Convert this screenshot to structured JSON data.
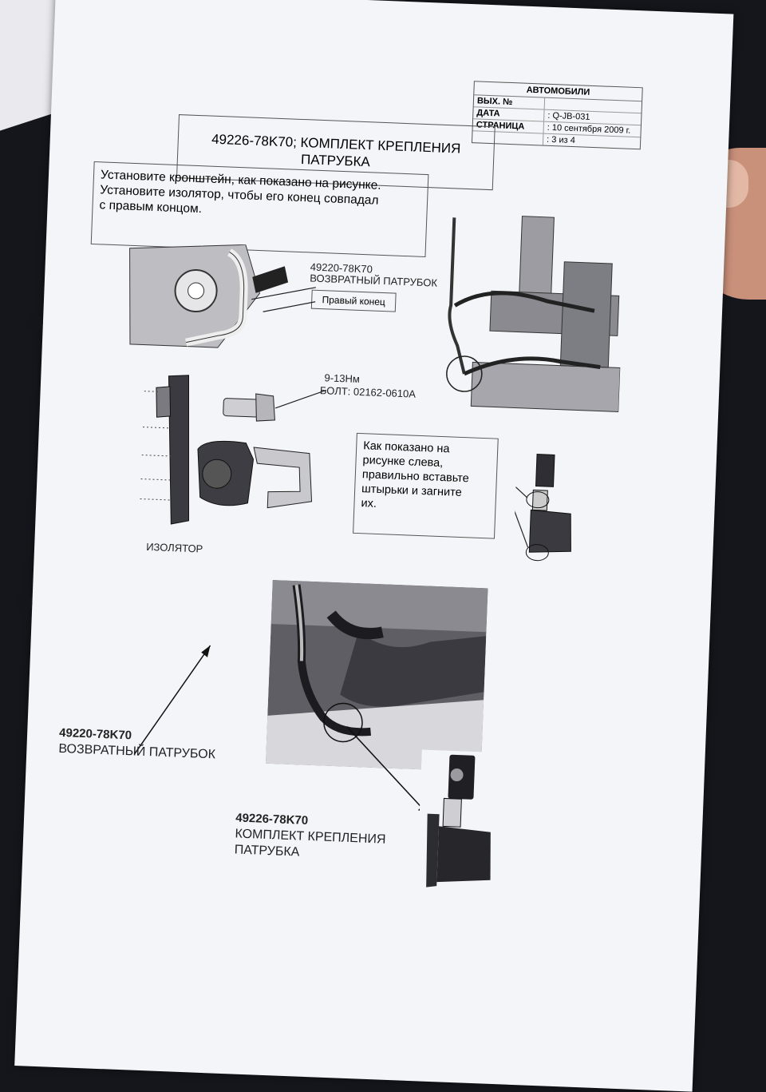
{
  "info_box": {
    "header": "АВТОМОБИЛИ",
    "rows": [
      {
        "key": "ВЫХ. №",
        "value": ""
      },
      {
        "key": "ДАТА",
        "value": ": Q-JB-031"
      },
      {
        "key": "СТРАНИЦА",
        "value": ": 10 сентября 2009 г."
      },
      {
        "key": "",
        "value": ": 3 из 4"
      }
    ]
  },
  "title": {
    "line1": "49226-78K70; КОМПЛЕКТ КРЕПЛЕНИЯ",
    "line2": "ПАТРУБКА"
  },
  "instruction_top": [
    "Установите кронштейн, как показано на рисунке.",
    "Установите изолятор, чтобы его конец совпадал",
    "с правым концом."
  ],
  "return_pipe_label": {
    "part": "49220-78K70",
    "name": "ВОЗВРАТНЫЙ ПАТРУБОК"
  },
  "right_end_label": "Правый конец",
  "torque": "9-13Нм",
  "bolt": "БОЛТ: 02162-0610A",
  "instruction_pins": [
    "Как показано на",
    "рисунке слева,",
    "правильно вставьте",
    "штырьки и загните",
    "их."
  ],
  "isolator_label": "ИЗОЛЯТОР",
  "bottom_pipe": {
    "part": "49220-78K70",
    "name": "ВОЗВРАТНЫЙ ПАТРУБОК"
  },
  "bottom_kit": {
    "part": "49226-78K70",
    "line1": "КОМПЛЕКТ КРЕПЛЕНИЯ",
    "line2": "ПАТРУБКА"
  }
}
